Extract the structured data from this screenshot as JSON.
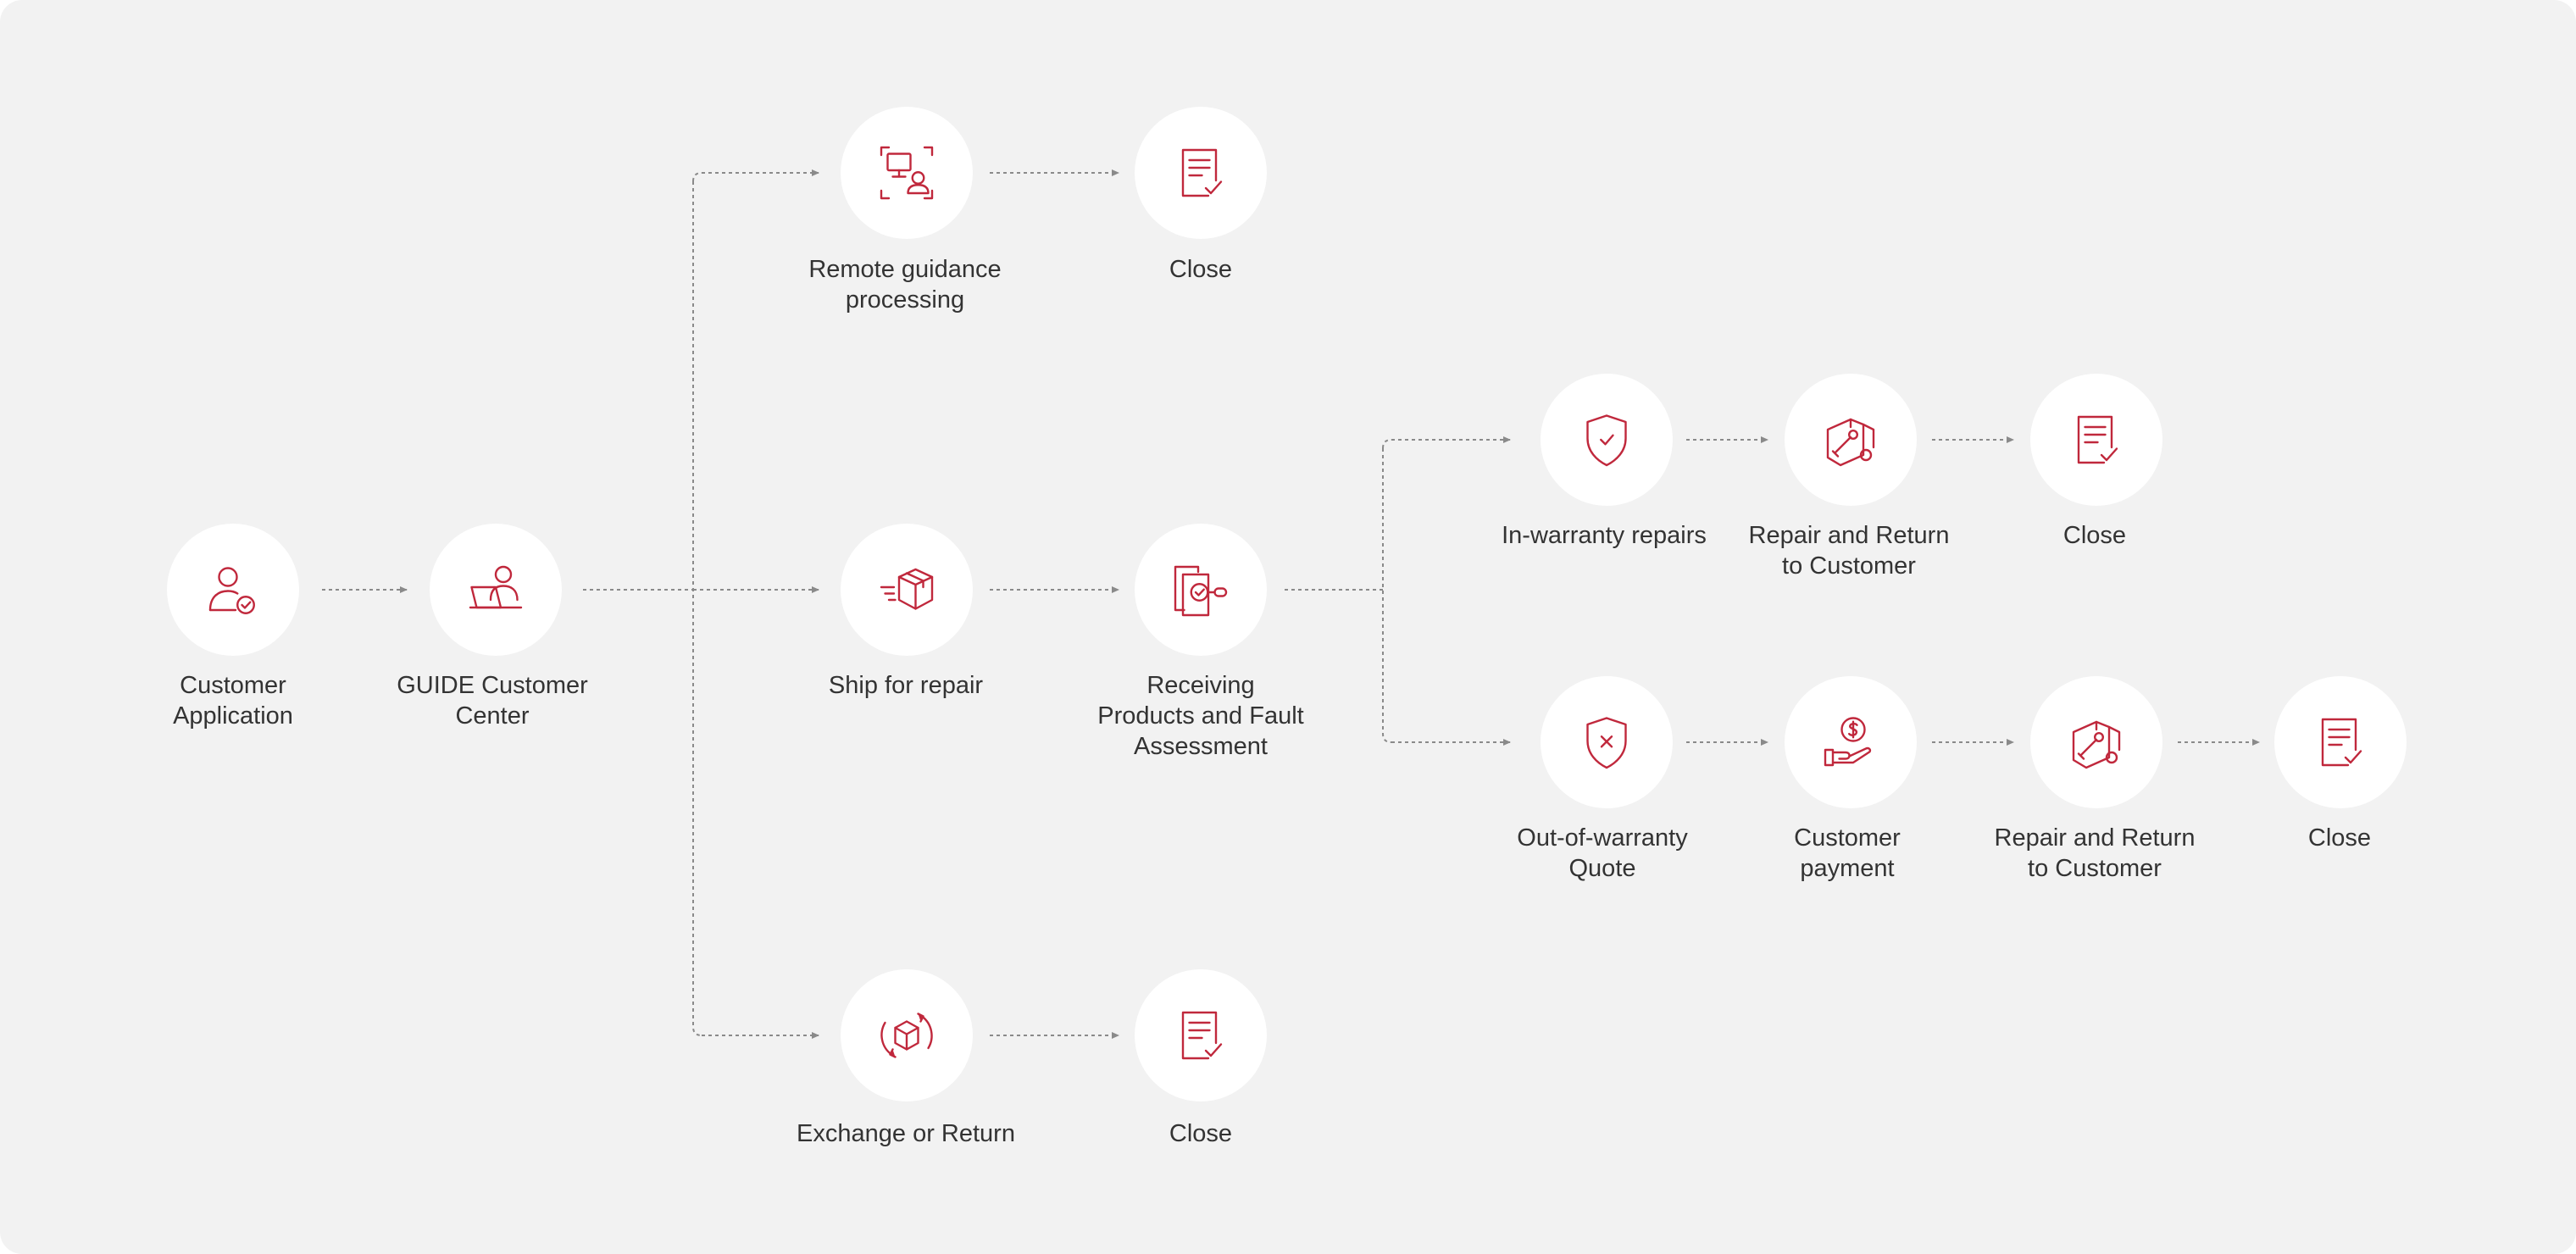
{
  "colors": {
    "accent": "#c0283c",
    "background": "#f2f2f2",
    "node": "#ffffff",
    "connector": "#8a8a8a",
    "text": "#333333"
  },
  "nodes": [
    {
      "id": "customer-application",
      "label": "Customer\nApplication",
      "icon": "user-check-icon"
    },
    {
      "id": "guide-customer-center",
      "label": "GUIDE Customer\nCenter",
      "icon": "laptop-user-icon"
    },
    {
      "id": "remote-guidance",
      "label": "Remote guidance\nprocessing",
      "icon": "remote-screen-user-icon"
    },
    {
      "id": "close-remote",
      "label": "Close",
      "icon": "document-check-icon"
    },
    {
      "id": "ship-for-repair",
      "label": "Ship for repair",
      "icon": "shipping-box-icon"
    },
    {
      "id": "receiving-assessment",
      "label": "Receiving\nProducts and Fault\nAssessment",
      "icon": "document-inspect-icon"
    },
    {
      "id": "exchange-return",
      "label": "Exchange or Return",
      "icon": "box-cycle-icon"
    },
    {
      "id": "close-exchange",
      "label": "Close",
      "icon": "document-check-icon"
    },
    {
      "id": "in-warranty",
      "label": "In-warranty repairs",
      "icon": "shield-check-icon"
    },
    {
      "id": "repair-return-1",
      "label": "Repair and Return\nto Customer",
      "icon": "repair-box-icon"
    },
    {
      "id": "close-in-warranty",
      "label": "Close",
      "icon": "document-check-icon"
    },
    {
      "id": "out-of-warranty",
      "label": "Out-of-warranty\nQuote",
      "icon": "shield-x-icon"
    },
    {
      "id": "customer-payment",
      "label": "Customer\npayment",
      "icon": "hand-coin-icon"
    },
    {
      "id": "repair-return-2",
      "label": "Repair and Return\nto Customer",
      "icon": "repair-box-icon"
    },
    {
      "id": "close-out-warranty",
      "label": "Close",
      "icon": "document-check-icon"
    }
  ]
}
